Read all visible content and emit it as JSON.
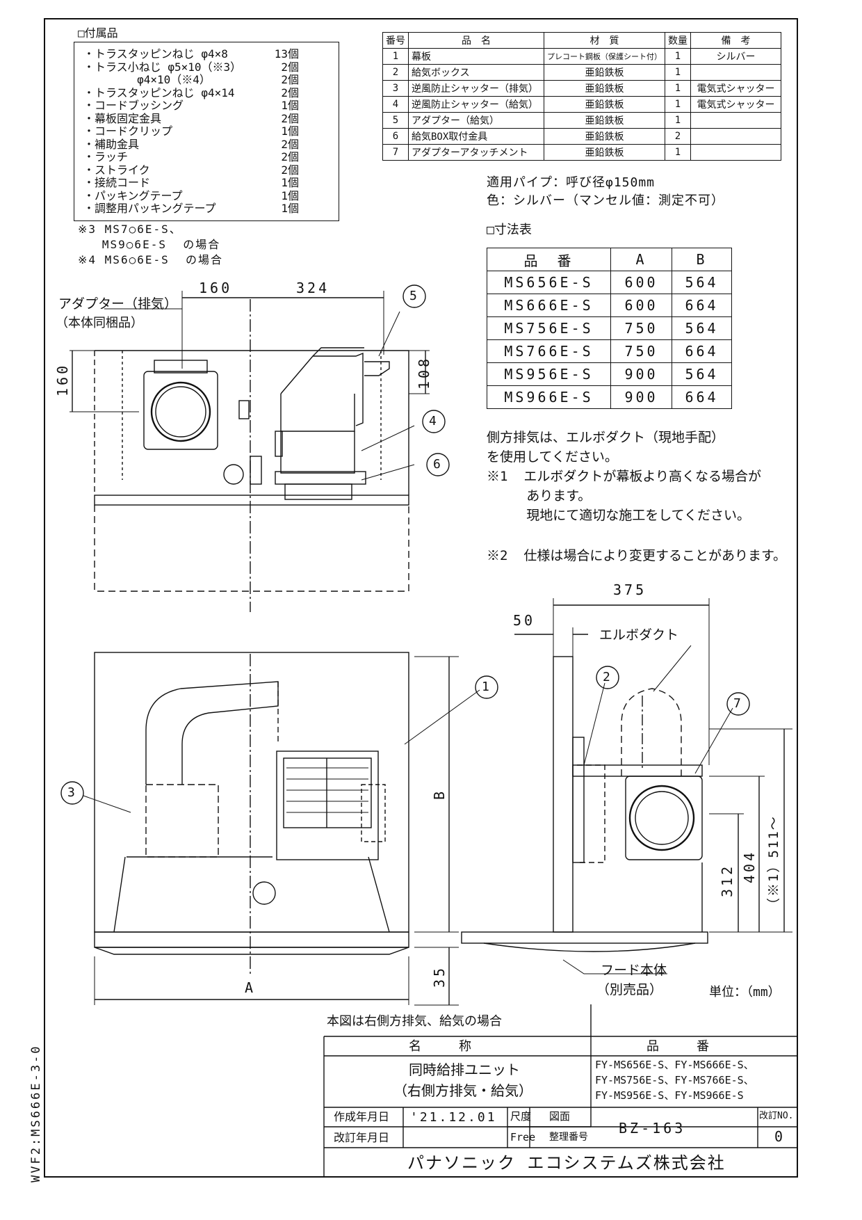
{
  "accessories": {
    "title": "□付属品",
    "items": [
      {
        "name": "・トラスタッピンねじ φ4×8",
        "qty": "13個"
      },
      {
        "name": "・トラス小ねじ φ5×10（※3）",
        "qty": "2個"
      },
      {
        "name": "        φ4×10（※4）",
        "qty": "2個"
      },
      {
        "name": "・トラスタッピンねじ φ4×14",
        "qty": "2個"
      },
      {
        "name": "・コードブッシング",
        "qty": "1個"
      },
      {
        "name": "・幕板固定金具",
        "qty": "2個"
      },
      {
        "name": "・コードクリップ",
        "qty": "1個"
      },
      {
        "name": "・補助金具",
        "qty": "2個"
      },
      {
        "name": "・ラッチ",
        "qty": "2個"
      },
      {
        "name": "・ストライク",
        "qty": "2個"
      },
      {
        "name": "・接続コード",
        "qty": "1個"
      },
      {
        "name": "・パッキングテープ",
        "qty": "1個"
      },
      {
        "name": "・調整用パッキングテープ",
        "qty": "1個"
      }
    ],
    "notes": [
      "※3 MS7○6E-S、",
      "   MS9○6E-S  の場合",
      "※4 MS6○6E-S  の場合"
    ]
  },
  "parts_table": {
    "headers": [
      "番号",
      "品　名",
      "材　質",
      "数量",
      "備　考"
    ],
    "rows": [
      [
        "1",
        "幕板",
        "プレコート鋼板（保護シート付）",
        "1",
        "シルバー"
      ],
      [
        "2",
        "給気ボックス",
        "亜鉛鉄板",
        "1",
        ""
      ],
      [
        "3",
        "逆風防止シャッター（排気）",
        "亜鉛鉄板",
        "1",
        "電気式シャッター"
      ],
      [
        "4",
        "逆風防止シャッター（給気）",
        "亜鉛鉄板",
        "1",
        "電気式シャッター"
      ],
      [
        "5",
        "アダプター（給気）",
        "亜鉛鉄板",
        "1",
        ""
      ],
      [
        "6",
        "給気BOX取付金具",
        "亜鉛鉄板",
        "2",
        ""
      ],
      [
        "7",
        "アダプターアタッチメント",
        "亜鉛鉄板",
        "1",
        ""
      ]
    ]
  },
  "specs": [
    "適用パイプ：呼び径φ150mm",
    "色：シルバー（マンセル値：測定不可）"
  ],
  "dimension_table": {
    "title": "□寸法表",
    "headers": [
      "品　番",
      "A",
      "B"
    ],
    "rows": [
      [
        "MS656E-S",
        "600",
        "564"
      ],
      [
        "MS666E-S",
        "600",
        "664"
      ],
      [
        "MS756E-S",
        "750",
        "564"
      ],
      [
        "MS766E-S",
        "750",
        "664"
      ],
      [
        "MS956E-S",
        "900",
        "564"
      ],
      [
        "MS966E-S",
        "900",
        "664"
      ]
    ]
  },
  "notes": [
    "側方排気は、エルボダクト（現地手配）",
    "を使用してください。",
    "※1  エルボダクトが幕板より高くなる場合が",
    "     あります。",
    "     現地にて適切な施工をしてください。",
    "※2  仕様は場合により変更することがあります。"
  ],
  "drawing_labels": {
    "adapter_exhaust": "アダプター（排気）",
    "bundled": "（本体同梱品）",
    "elbow_duct": "エルボダクト",
    "hood_body": "フード本体",
    "sold_separately": "（別売品）",
    "unit": "単位：（mm）",
    "dim_160_top": "160",
    "dim_324": "324",
    "dim_160_side": "160",
    "dim_108": "108",
    "dim_375": "375",
    "dim_50": "50",
    "dim_B": "B",
    "dim_35": "35",
    "dim_A": "A",
    "dim_312": "312",
    "dim_404": "404",
    "dim_511": "（※1）511～",
    "callouts": [
      "1",
      "2",
      "3",
      "4",
      "5",
      "6",
      "7"
    ]
  },
  "title_block": {
    "case_note": "本図は右側方排気、給気の場合",
    "name_header": "名　　　称",
    "model_header": "品　　　番",
    "name": [
      "同時給排ユニット",
      "（右側方排気・給気）"
    ],
    "models": [
      "FY-MS656E-S、FY-MS666E-S、",
      "FY-MS756E-S、FY-MS766E-S、",
      "FY-MS956E-S、FY-MS966E-S"
    ],
    "created_label": "作成年月日",
    "created_date": "'21.12.01",
    "revised_label": "改訂年月日",
    "scale_label": "尺度",
    "scale_value": "Free",
    "drawing_label": "図面",
    "ref_label": "整理番号",
    "drawing_no": "BZ-163",
    "rev_label": "改訂NO.",
    "rev_no": "0",
    "company": "パナソニック エコシステムズ株式会社"
  },
  "side_code": "WVF2:MS666E-3-0"
}
